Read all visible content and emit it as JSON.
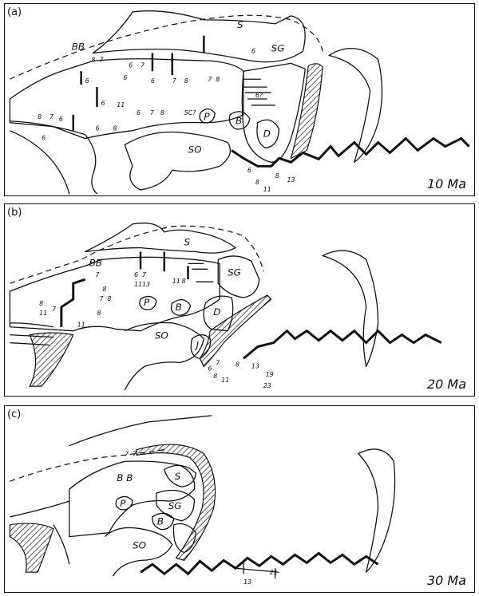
{
  "panels": [
    {
      "label": "(a)",
      "age": "10 Ma",
      "regions": [
        "BB",
        "SG",
        "S",
        "P",
        "B",
        "D",
        "SO"
      ],
      "anomalies": [
        "6",
        "7",
        "8",
        "11",
        "13",
        "5C?"
      ]
    },
    {
      "label": "(b)",
      "age": "20 Ma",
      "regions": [
        "BB",
        "SG",
        "S",
        "P",
        "B",
        "D",
        "J",
        "SO"
      ],
      "anomalies": [
        "6",
        "7",
        "8",
        "11",
        "13",
        "19",
        "23"
      ]
    },
    {
      "label": "(c)",
      "age": "30 Ma",
      "regions": [
        "BB",
        "SG",
        "S",
        "P",
        "B",
        "SO"
      ],
      "anomalies": [
        "13",
        "21"
      ]
    }
  ]
}
